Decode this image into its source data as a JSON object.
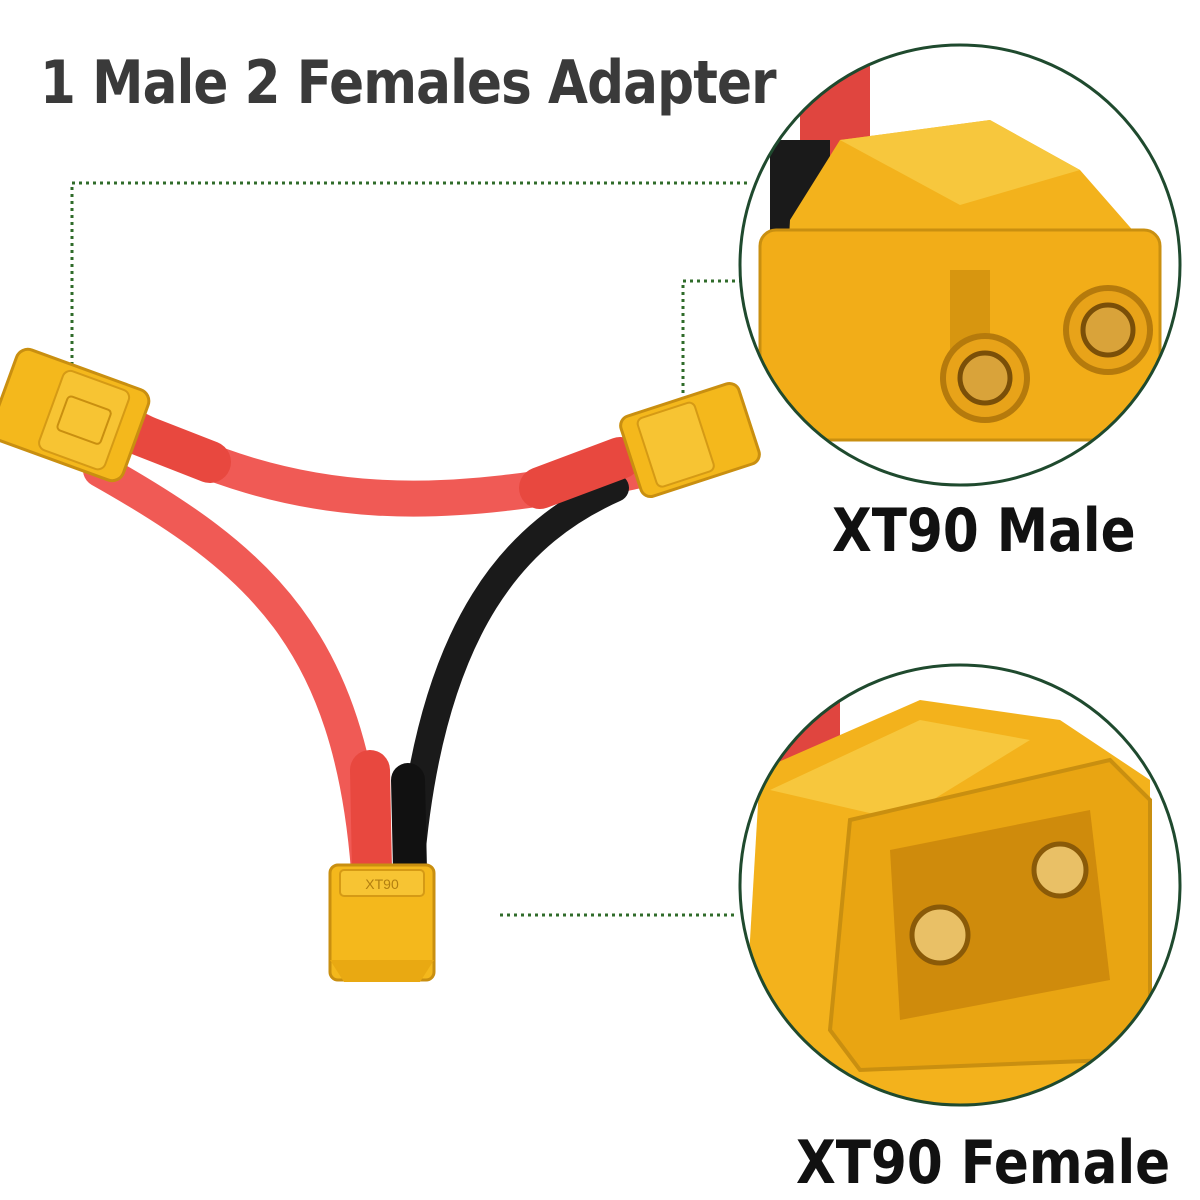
{
  "title": "1 Male 2 Females Adapter",
  "labels": {
    "male": "XT90 Male",
    "female": "XT90 Female"
  },
  "connector_marking": "XT90",
  "colors": {
    "connector_yellow": "#f4b81c",
    "wire_red": "#f05a55",
    "wire_black": "#1a1a1a",
    "callout_circle": "#1f4a2e",
    "callout_line": "#2f6b2a",
    "brass": "#d9a33a"
  }
}
